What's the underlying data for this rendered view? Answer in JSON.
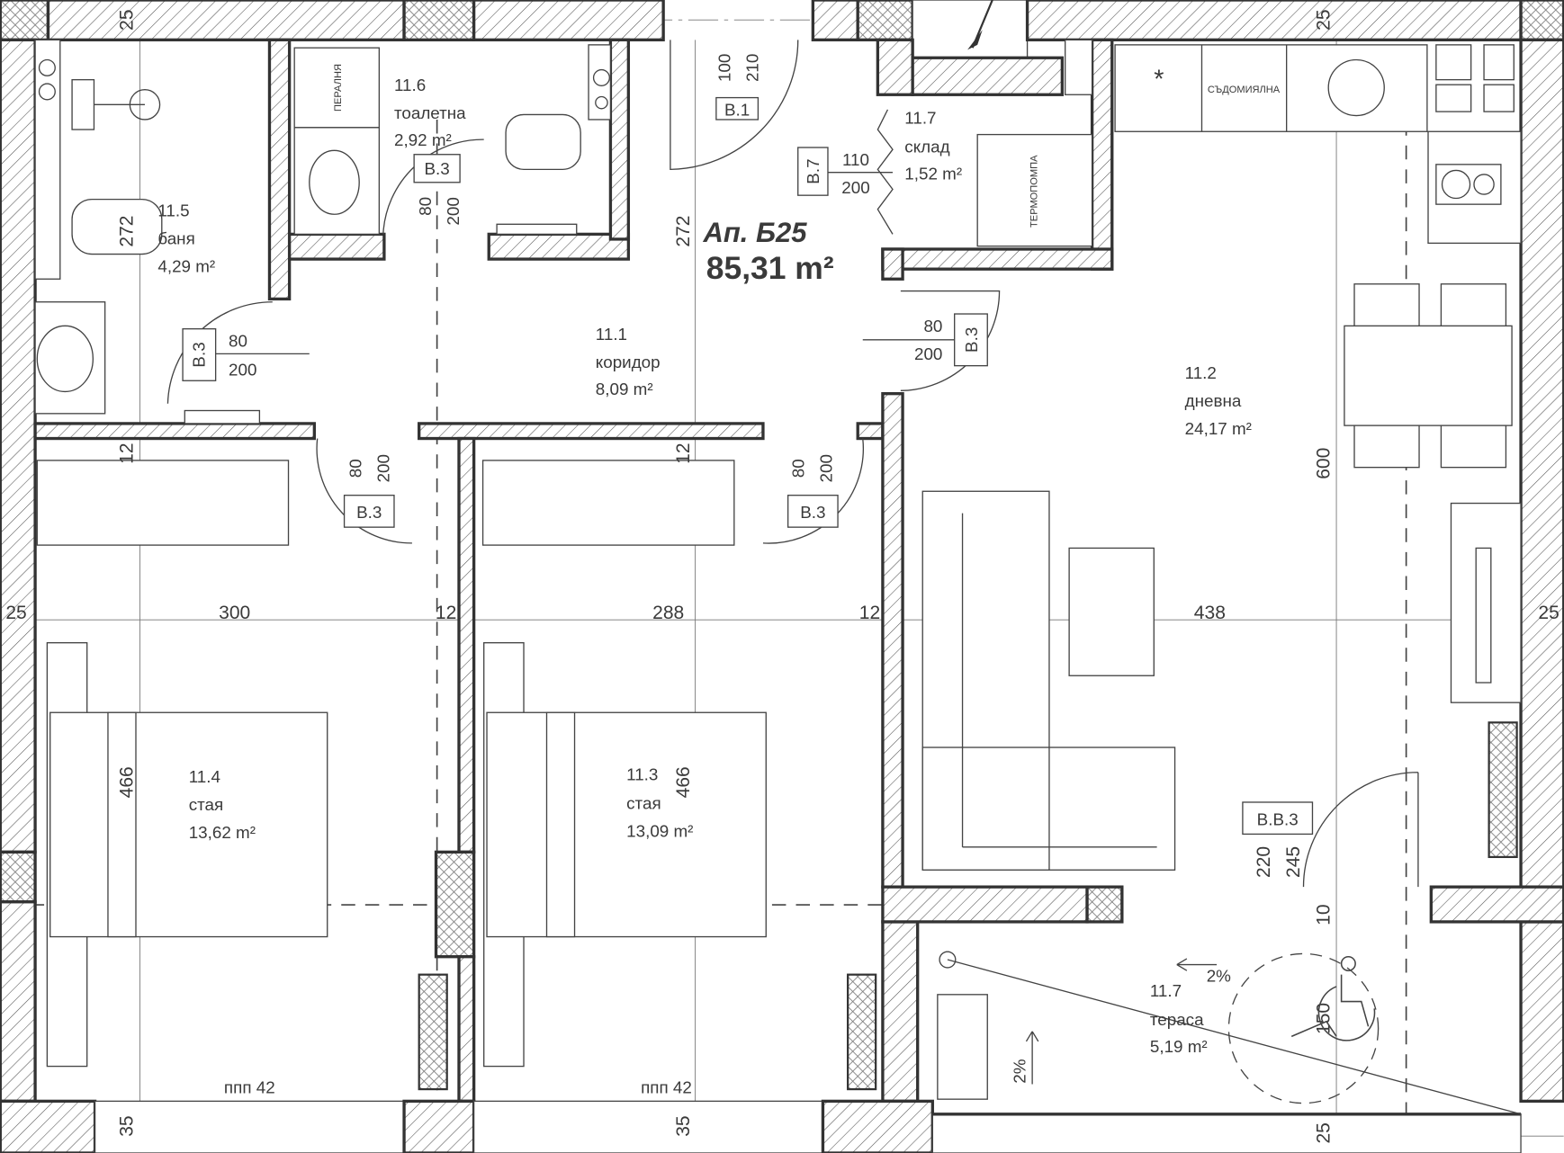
{
  "apartment": {
    "title": "Ап. Б25",
    "area": "85,31 m²"
  },
  "rooms": [
    {
      "num": "11.1",
      "name": "коридор",
      "area": "8,09 m²"
    },
    {
      "num": "11.2",
      "name": "дневна",
      "area": "24,17 m²"
    },
    {
      "num": "11.3",
      "name": "стая",
      "area": "13,09 m²"
    },
    {
      "num": "11.4",
      "name": "стая",
      "area": "13,62 m²"
    },
    {
      "num": "11.5",
      "name": "баня",
      "area": "4,29 m²"
    },
    {
      "num": "11.6",
      "name": "тоалетна",
      "area": "2,92 m²"
    },
    {
      "num": "11.7",
      "name": "склад",
      "area": "1,52 m²"
    },
    {
      "num": "11.7",
      "name": "тераса",
      "area": "5,19 m²"
    }
  ],
  "appliances": {
    "washer": "ПЕРАЛНЯ",
    "dishwasher": "СЪДОМИЯЛНА",
    "heatpump": "ТЕРМОПОМПА",
    "star": "*"
  },
  "dims": [
    "25",
    "25",
    "25",
    "25",
    "300",
    "12",
    "288",
    "12",
    "438",
    "600",
    "272",
    "272",
    "12",
    "12",
    "466",
    "466",
    "35",
    "35",
    "25",
    "10",
    "150",
    "220",
    "245",
    "ппп 42",
    "ппп 42",
    "2%",
    "2%"
  ],
  "doors": [
    {
      "code": "В.1",
      "w": "100",
      "h": "210"
    },
    {
      "code": "В.3",
      "w": "80",
      "h": "200"
    },
    {
      "code": "В.7",
      "w": "110",
      "h": "200"
    },
    {
      "code": "В.3",
      "w": "80",
      "h": "200"
    },
    {
      "code": "В.3",
      "w": "80",
      "h": "200"
    },
    {
      "code": "В.3",
      "w": "80",
      "h": "200"
    },
    {
      "code": "В.3",
      "w": "80",
      "h": "200"
    },
    {
      "code": "В.В.3",
      "w": "",
      "h": ""
    }
  ],
  "colors": {
    "line": "#333333",
    "text": "#3a3a3a",
    "background": "#ffffff"
  }
}
